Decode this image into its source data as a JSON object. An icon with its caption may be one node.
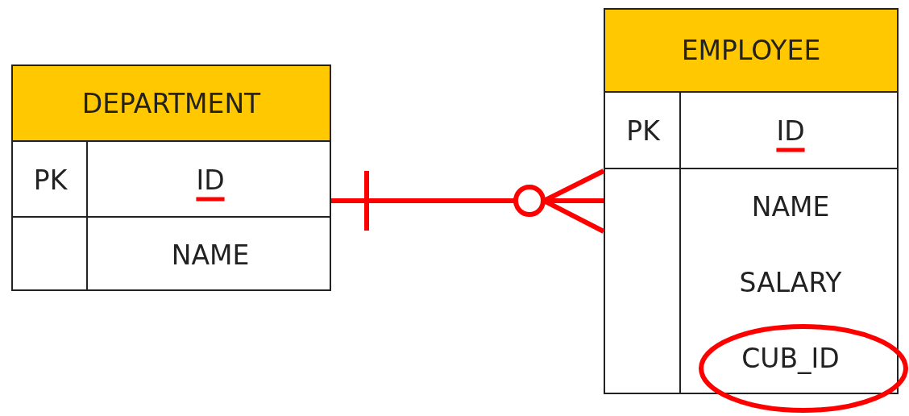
{
  "diagram": {
    "nodes": [
      {
        "text": [
          "DEPARTMENT",
          "PK",
          "ID",
          "NAME"
        ]
      },
      {
        "text": [
          "EMPLOYEE",
          "PK",
          "ID",
          "NAME",
          "SALARY",
          "CUB_ID"
        ]
      }
    ],
    "edges": [
      {
        "from": 0,
        "to": 1,
        "arrow": "other",
        "color": "#ff0000"
      }
    ]
  }
}
